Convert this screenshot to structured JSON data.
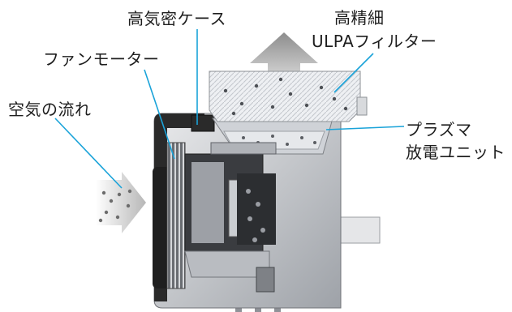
{
  "labels": {
    "case": "高気密ケース",
    "filter_line1": "高精細",
    "filter_line2": "ULPAフィルター",
    "fan_motor": "ファンモーター",
    "air_flow": "空気の流れ",
    "plasma_line1": "プラズマ",
    "plasma_line2": "放電ユニット"
  },
  "colors": {
    "leader_line": "#1aa3d9",
    "text": "#1e1e1e",
    "arrow": "#9a9a9a",
    "housing_dark": "#2a2a2a",
    "filter_frame": "#c8ccd2"
  }
}
